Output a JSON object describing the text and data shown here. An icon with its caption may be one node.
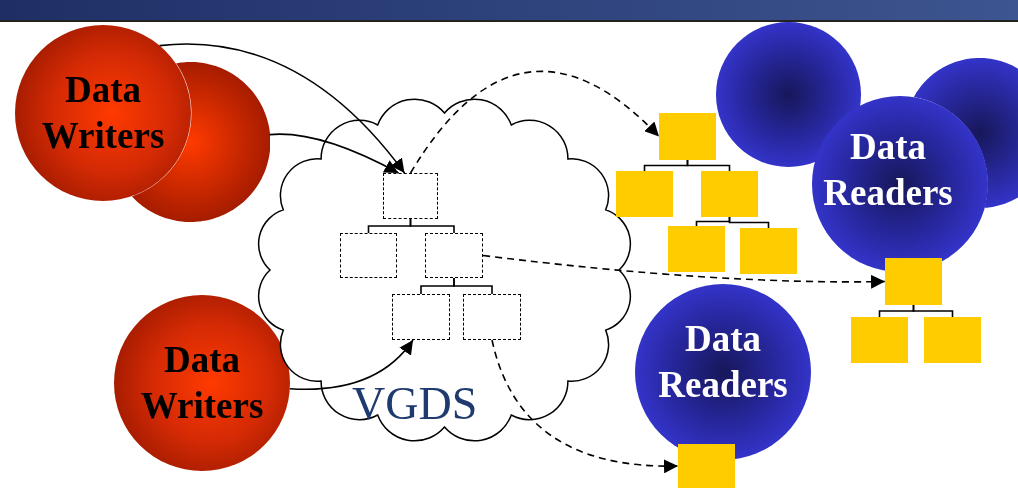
{
  "diagram": {
    "nodes": [
      {
        "text": [
          "Data Writers"
        ]
      },
      {
        "text": [],
        "shape": "circle"
      },
      {
        "text": [
          "Data Writers"
        ]
      },
      {
        "text": [
          "VGDS"
        ]
      },
      {
        "text": [],
        "shape": "box",
        "in": 3
      },
      {
        "text": [],
        "shape": "box",
        "in": 3
      },
      {
        "text": [],
        "shape": "box",
        "in": 3
      },
      {
        "text": [],
        "shape": "box",
        "in": 3
      },
      {
        "text": [],
        "shape": "box",
        "in": 3
      },
      {
        "text": [],
        "shape": "circle"
      },
      {
        "text": [],
        "shape": "box"
      },
      {
        "text": [],
        "shape": "box"
      },
      {
        "text": [],
        "shape": "box"
      },
      {
        "text": [],
        "shape": "box"
      },
      {
        "text": [],
        "shape": "box"
      },
      {
        "text": [],
        "shape": "circle"
      },
      {
        "text": [
          "Data Readers"
        ]
      },
      {
        "text": [],
        "shape": "box"
      },
      {
        "text": [],
        "shape": "box"
      },
      {
        "text": [],
        "shape": "box"
      },
      {
        "text": [
          "Data Readers"
        ]
      },
      {
        "text": [],
        "shape": "box"
      }
    ],
    "edges": [
      {
        "from": 0,
        "to": 4,
        "arrow": "to"
      },
      {
        "from": 1,
        "to": 4,
        "arrow": "to"
      },
      {
        "from": 2,
        "to": 7,
        "arrow": "to"
      },
      {
        "from": 4,
        "to": 10,
        "arrow": "to",
        "style": "dashed"
      },
      {
        "from": 6,
        "to": 17,
        "arrow": "to",
        "style": "dashed"
      },
      {
        "from": 8,
        "to": 21,
        "arrow": "to",
        "style": "dashed"
      },
      {
        "from": 4,
        "to": 5,
        "arrow": "none"
      },
      {
        "from": 4,
        "to": 6,
        "arrow": "none"
      },
      {
        "from": 6,
        "to": 7,
        "arrow": "none"
      },
      {
        "from": 6,
        "to": 8,
        "arrow": "none"
      },
      {
        "from": 10,
        "to": 11,
        "arrow": "none"
      },
      {
        "from": 10,
        "to": 12,
        "arrow": "none"
      },
      {
        "from": 12,
        "to": 13,
        "arrow": "none"
      },
      {
        "from": 12,
        "to": 14,
        "arrow": "none"
      },
      {
        "from": 17,
        "to": 18,
        "arrow": "none"
      },
      {
        "from": 17,
        "to": 19,
        "arrow": "none"
      }
    ]
  }
}
